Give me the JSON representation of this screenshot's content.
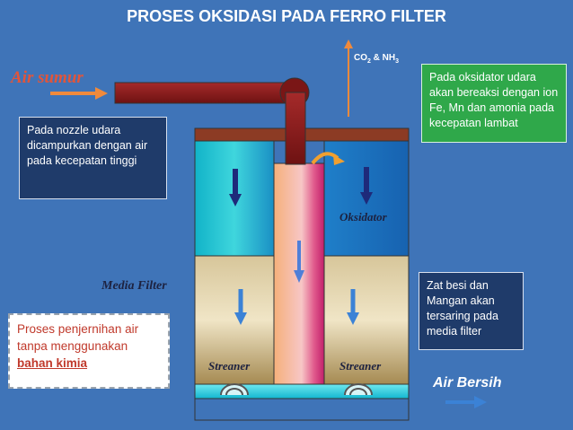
{
  "title": "PROSES OKSIDASI PADA FERRO FILTER",
  "labels": {
    "air_sumur": "Air sumur",
    "gas": "CO",
    "gas_sub1": "2",
    "gas_mid": " & NH",
    "gas_sub2": "3",
    "oksidator": "Oksidator",
    "media_filter": "Media Filter",
    "streaner_left": "Streaner",
    "streaner_right": "Streaner",
    "air_bersih": "Air Bersih"
  },
  "boxes": {
    "nozzle": "Pada nozzle udara dicampurkan dengan air pada kecepatan tinggi",
    "oksidator_note": "Pada oksidator udara akan bereaksi dengan ion Fe, Mn dan amonia pada kecepatan lambat",
    "zat_besi": "Zat besi dan Mangan akan tersaring pada media filter",
    "penjernihan_prefix": "Proses penjernihan air tanpa menggunakan",
    "penjernihan_emph": "bahan kimia"
  },
  "colors": {
    "background": "#3f74b8",
    "pipe": "#8b1a1a",
    "oxidizer_water": "#1aa6c9",
    "media": "#c9b27a",
    "inner_pipe": "#f4a6a0",
    "arrow": "#1e3a8a",
    "inflow_arrow": "#f08a3c"
  }
}
